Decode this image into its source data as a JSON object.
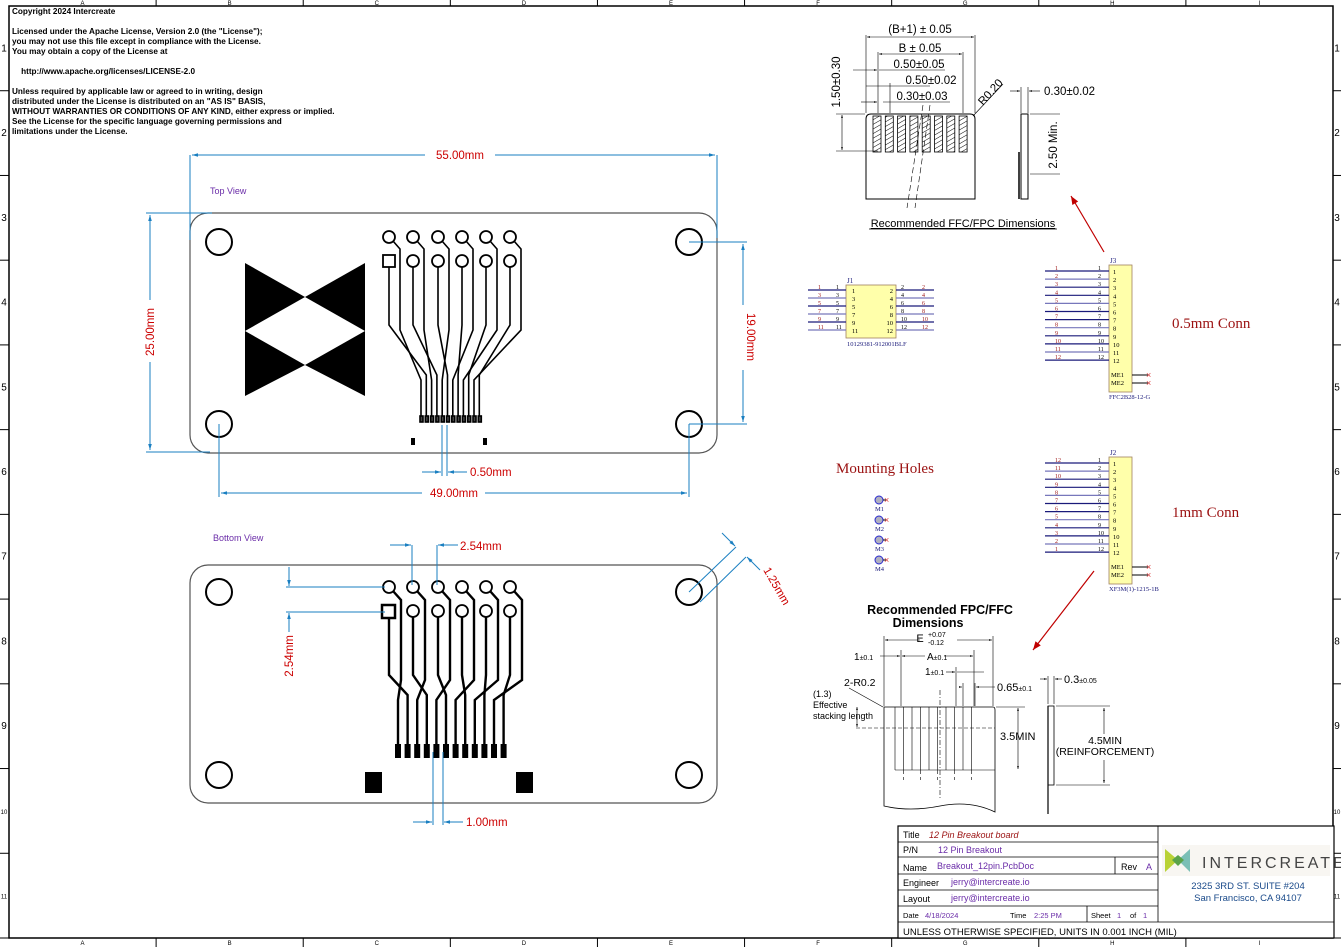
{
  "license": {
    "copyright": "Copyright 2024 Intercreate",
    "lines": [
      "Licensed under the Apache License, Version 2.0 (the \"License\");",
      "you may not use this file except in compliance with the License.",
      "You may obtain a copy of the License at",
      "",
      "    http://www.apache.org/licenses/LICENSE-2.0",
      "",
      "Unless required by applicable law or agreed to in writing, design",
      "distributed under the License is distributed on an \"AS IS\" BASIS,",
      "WITHOUT WARRANTIES OR CONDITIONS OF ANY KIND, either express or implied.",
      "See the License for the specific language governing permissions and",
      "limitations under the License."
    ]
  },
  "frame": {
    "columns": [
      "A",
      "B",
      "C",
      "D",
      "E",
      "F",
      "G",
      "H",
      "I"
    ],
    "rows": [
      "1",
      "2",
      "3",
      "4",
      "5",
      "6",
      "7",
      "8",
      "9",
      "10",
      "11"
    ]
  },
  "top_view": {
    "label": "Top View",
    "dim_width": "55.00mm",
    "dim_height": "25.00mm",
    "dim_hole_vertical": "19.00mm",
    "dim_hole_horizontal": "49.00mm",
    "dim_pitch": "0.50mm"
  },
  "bottom_view": {
    "label": "Bottom View",
    "dim_pitch_h": "2.54mm",
    "dim_pitch_v": "2.54mm",
    "dim_pad_pitch": "1.00mm",
    "dim_corner": "1.25mm"
  },
  "ffc_top": {
    "caption": "Recommended FFC/FPC Dimensions",
    "dims": [
      "(B+1) ± 0.05",
      "B ± 0.05",
      "0.50±0.05",
      "0.50±0.02",
      "0.30±0.03",
      "1.50±0.30",
      "R0.20",
      "0.30±0.02",
      "2.50 Min."
    ]
  },
  "schematic": {
    "j1": {
      "ref": "J1",
      "part": "10129381-912001BLF",
      "left_pins": [
        "1",
        "3",
        "5",
        "7",
        "9",
        "11"
      ],
      "right_pins": [
        "2",
        "4",
        "6",
        "8",
        "10",
        "12"
      ]
    },
    "j3": {
      "ref": "J3",
      "part": "FFC2B28-12-G",
      "pins": [
        "1",
        "2",
        "3",
        "4",
        "5",
        "6",
        "7",
        "8",
        "9",
        "10",
        "11",
        "12"
      ],
      "net_labels": [
        "1",
        "2",
        "3",
        "4",
        "5",
        "6",
        "7",
        "8",
        "9",
        "10",
        "11",
        "12"
      ],
      "extra": [
        "ME1",
        "ME2"
      ],
      "title": "0.5mm Conn"
    },
    "j2": {
      "ref": "J2",
      "part": "XF3M(1)-1215-1B",
      "pins": [
        "1",
        "2",
        "3",
        "4",
        "5",
        "6",
        "7",
        "8",
        "9",
        "10",
        "11",
        "12"
      ],
      "net_labels": [
        "12",
        "11",
        "10",
        "9",
        "8",
        "7",
        "6",
        "5",
        "4",
        "3",
        "2",
        "1"
      ],
      "extra": [
        "ME1",
        "ME2"
      ],
      "title": "1mm Conn"
    },
    "mounting": {
      "title": "Mounting Holes",
      "holes": [
        "M1",
        "M2",
        "M3",
        "M4"
      ]
    }
  },
  "ffc_bottom": {
    "title_line1": "Recommended FPC/FFC",
    "title_line2": "Dimensions",
    "E": "E",
    "E_plus": "+0.07",
    "E_minus": "-0.12",
    "d1": "1",
    "d1_tol": "±0.1",
    "A": "A",
    "A_tol": "±0.1",
    "d2": "1",
    "d2_tol": "±0.1",
    "d3": "0.65",
    "d3_tol": "±0.1",
    "d4": "0.3",
    "d4_tol": "±0.05",
    "radius": "2-R0.2",
    "stack1": "(1.3)",
    "stack2": "Effective",
    "stack3": "stacking length",
    "min1": "3.5MIN",
    "min2": "4.5MIN",
    "min3": "(REINFORCEMENT)"
  },
  "title_block": {
    "title_label": "Title",
    "title_value": "12 Pin Breakout board",
    "pn_label": "P/N",
    "pn_value": "12 Pin Breakout",
    "name_label": "Name",
    "name_value": "Breakout_12pin.PcbDoc",
    "rev_label": "Rev",
    "rev_value": "A",
    "engineer_label": "Engineer",
    "engineer_value": "jerry@intercreate.io",
    "layout_label": "Layout",
    "layout_value": "jerry@intercreate.io",
    "date_label": "Date",
    "date_value": "4/18/2024",
    "time_label": "Time",
    "time_value": "2:25 PM",
    "sheet_label": "Sheet",
    "sheet_value": "1",
    "of_label": "of",
    "of_value": "1",
    "units_note": "UNLESS OTHERWISE SPECIFIED, UNITS IN 0.001 INCH (MIL)",
    "company": "INTERCREATE",
    "address1": "2325 3RD ST. SUITE #204",
    "address2": "San Francisco, CA 94107"
  },
  "colors": {
    "dimension": "#1a7fc1",
    "dimension_text": "#cc0000",
    "view_label": "#6a2ca8",
    "schematic_title": "#9b1111",
    "component_fill": "#ffffaa",
    "pin_net": "#1a1a7a",
    "arrow": "#c00000"
  }
}
